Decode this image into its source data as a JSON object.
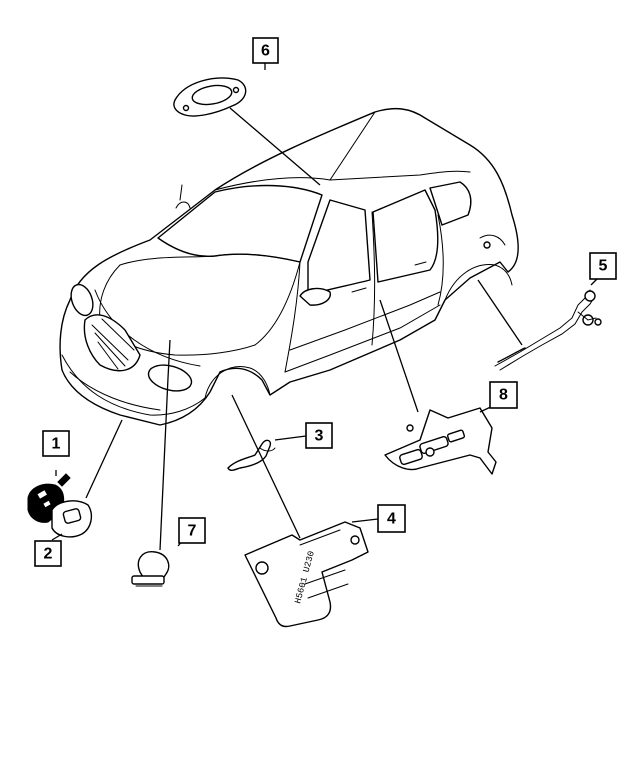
{
  "callouts": [
    {
      "id": "callout-1",
      "label": "1"
    },
    {
      "id": "callout-2",
      "label": "2"
    },
    {
      "id": "callout-3",
      "label": "3"
    },
    {
      "id": "callout-4",
      "label": "4"
    },
    {
      "id": "callout-5",
      "label": "5"
    },
    {
      "id": "callout-6",
      "label": "6"
    },
    {
      "id": "callout-7",
      "label": "7"
    },
    {
      "id": "callout-8",
      "label": "8"
    }
  ],
  "plate_stamp": "H5601 U230"
}
